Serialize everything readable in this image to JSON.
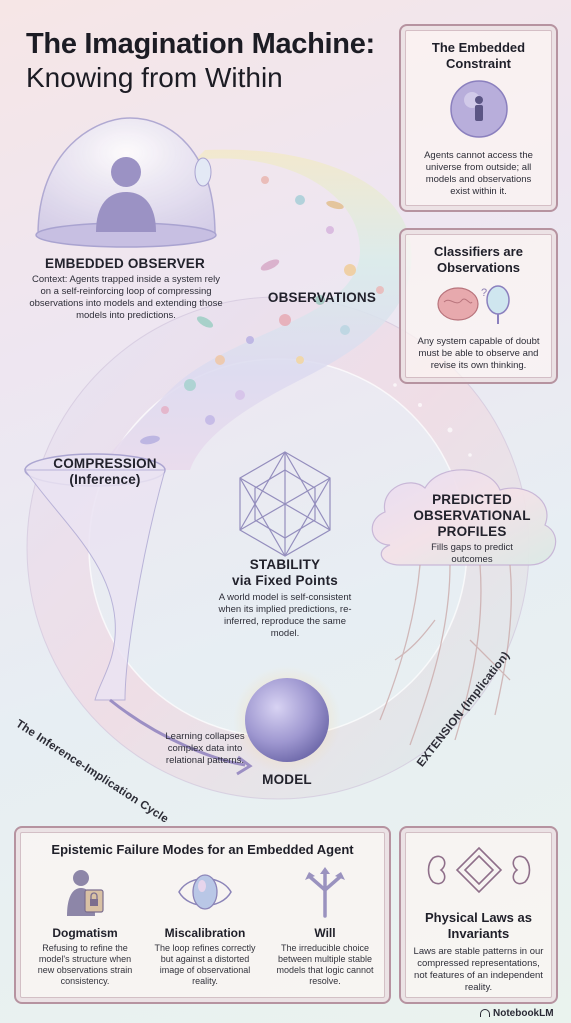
{
  "title": {
    "line1": "The Imagination Machine:",
    "line2": "Knowing from Within"
  },
  "embedded_constraint": {
    "heading": "The Embedded Constraint",
    "text": "Agents cannot access the universe from outside; all models and observations exist within it."
  },
  "classifiers": {
    "heading": "Classifiers are Observations",
    "text": "Any system capable of doubt must be able to observe and revise its own thinking."
  },
  "embedded_observer": {
    "label": "EMBEDDED OBSERVER",
    "text": "Context: Agents trapped inside a system rely on a self-reinforcing loop of compressing observations into models and extending those models into predictions."
  },
  "observations": {
    "label": "OBSERVATIONS"
  },
  "compression": {
    "label_line1": "COMPRESSION",
    "label_line2": "(Inference)"
  },
  "stability": {
    "label_line1": "STABILITY",
    "label_line2": "via Fixed Points",
    "text": "A world model is self-consistent when its implied predictions, re-inferred, reproduce the same model."
  },
  "predicted_profiles": {
    "label": "PREDICTED OBSERVATIONAL PROFILES",
    "text": "Fills gaps to predict outcomes"
  },
  "model": {
    "label": "MODEL",
    "text": "Learning collapses complex data into relational patterns."
  },
  "cycle": {
    "left_label": "The Inference-Implication Cycle",
    "right_label": "EXTENSION (Implication)"
  },
  "failure_modes": {
    "heading": "Epistemic Failure Modes for an Embedded Agent",
    "items": [
      {
        "title": "Dogmatism",
        "desc": "Refusing to refine the model's structure when new observations strain consistency."
      },
      {
        "title": "Miscalibration",
        "desc": "The loop refines correctly but against a distorted image of observational reality."
      },
      {
        "title": "Will",
        "desc": "The irreducible choice between multiple stable models that logic cannot resolve."
      }
    ]
  },
  "physical_laws": {
    "heading": "Physical Laws as Invariants",
    "text": "Laws are stable patterns in our compressed representations, not features of an independent reality."
  },
  "footer": {
    "brand": "NotebookLM"
  }
}
